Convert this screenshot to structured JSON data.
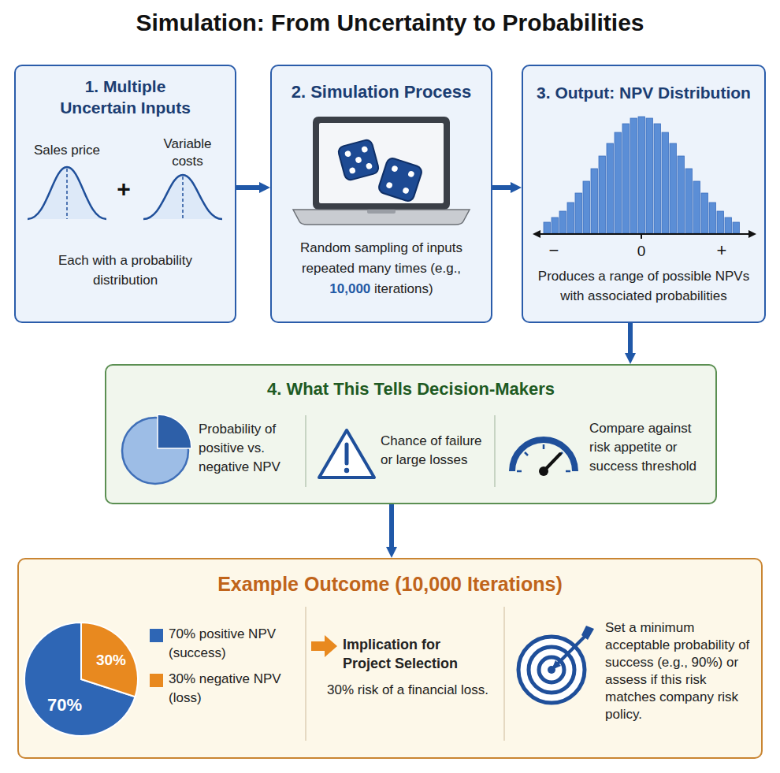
{
  "diagram": {
    "title": "Simulation: From Uncertainty to Probabilities",
    "nodes": [
      {
        "text": [
          "1. Multiple Uncertain Inputs",
          "Each with a probability distribution"
        ]
      },
      {
        "text": [
          "2. Simulation Process",
          "Random sampling of inputs repeated many times (e.g., 10,000 iterations)"
        ]
      },
      {
        "text": [
          "3. Output: NPV Distribution",
          "Produces a range of possible NPVs with associated probabilities"
        ]
      },
      {
        "text": [
          "4. What This Tells Decision-Makers",
          "Probability of positive vs. negative NPV",
          "Chance of failure or large losses",
          "Compare against risk appetite or success threshold"
        ]
      },
      {
        "text": [
          "Example Outcome (10,000 Iterations)",
          "Implication for Project Selection",
          "30% risk of a financial loss.",
          "Set a minimum acceptable probability of success (e.g., 90%) or assess if this risk matches company risk policy."
        ]
      }
    ],
    "edges": [
      {
        "from": 0,
        "to": 1,
        "arrow": "to"
      },
      {
        "from": 1,
        "to": 2,
        "arrow": "to"
      },
      {
        "from": 2,
        "to": 3,
        "arrow": "to"
      },
      {
        "from": 3,
        "to": 4,
        "arrow": "to"
      }
    ],
    "labels": [
      "Sales price",
      "Variable costs",
      "+",
      "−",
      "0",
      "+",
      "70%",
      "30%"
    ],
    "legend": [
      {
        "text": "70% positive NPV (success)",
        "color": "#2e66b5"
      },
      {
        "text": "30% negative NPV (loss)",
        "color": "#e8891f"
      }
    ]
  }
}
